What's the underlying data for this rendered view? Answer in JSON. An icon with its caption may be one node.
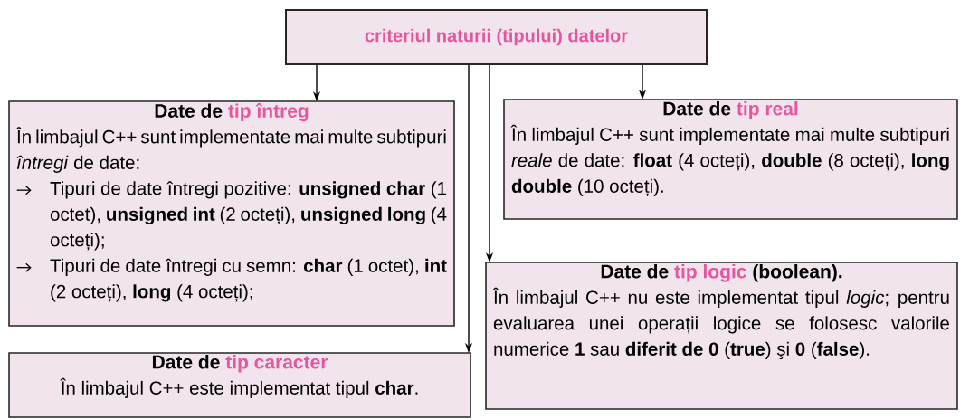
{
  "diagram": {
    "nodes": [
      {
        "text": [
          "criteriul naturii (tipului) datelor"
        ]
      },
      {
        "text": [
          "Date de",
          "tip întreg",
          "În limbajul C++ sunt implementate mai multe subtipuri *întregi* de date:",
          "Tipuri de date întregi pozitive: **unsigned char** (1 octet), **unsigned int** (2 octeți), **unsigned long** (4 octeți);",
          "Tipuri de date întregi cu semn: **char** (1 octet), **int** (2 octeți), **long** (4 octeți);"
        ]
      },
      {
        "text": [
          "Date de",
          "tip real",
          "În limbajul C++ sunt implementate mai multe subtipuri *reale* de date: **float** (4 octeți), **double** (8 octeți), **long double** (10 octeți)."
        ]
      },
      {
        "text": [
          "Date de",
          "tip logic",
          "(boolean).",
          "În limbajul C++ nu este implementat tipul *logic*; pentru evaluarea unei operații logice se folosesc valorile numerice **1** sau **diferit de 0** (**true**) şi **0** (**false**)."
        ]
      },
      {
        "text": [
          "Date de",
          "tip caracter",
          "În limbajul C++ este implementat tipul **char**."
        ]
      }
    ],
    "edges": [
      {
        "from": 0,
        "to": 1,
        "arrow": "to"
      },
      {
        "from": 0,
        "to": 2,
        "arrow": "to"
      },
      {
        "from": 0,
        "to": 3,
        "arrow": "to"
      },
      {
        "from": 0,
        "to": 4,
        "arrow": "to"
      }
    ]
  }
}
